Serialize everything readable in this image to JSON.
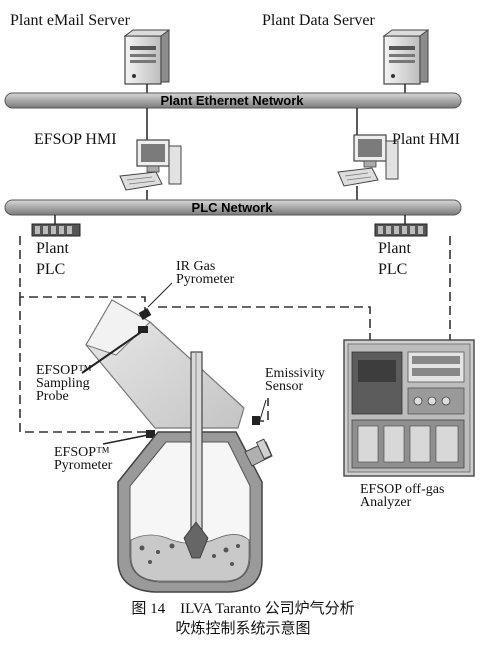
{
  "labels": {
    "email_server": "Plant eMail Server",
    "data_server": "Plant Data Server",
    "ethernet_network": "Plant Ethernet Network",
    "efsop_hmi": "EFSOP HMI",
    "plant_hmi": "Plant HMI",
    "plc_network": "PLC Network",
    "plant_plc_left_1": "Plant",
    "plant_plc_left_2": "PLC",
    "plant_plc_right_1": "Plant",
    "plant_plc_right_2": "PLC",
    "ir_gas_pyrometer_1": "IR Gas",
    "ir_gas_pyrometer_2": "Pyrometer",
    "sampling_probe_1": "EFSOP™",
    "sampling_probe_2": "Sampling",
    "sampling_probe_3": "Probe",
    "emissivity_sensor_1": "Emissivity",
    "emissivity_sensor_2": "Sensor",
    "efsop_pyrometer_1": "EFSOP™",
    "efsop_pyrometer_2": "Pyrometer",
    "analyzer_1": "EFSOP off-gas",
    "analyzer_2": "Analyzer"
  },
  "caption": {
    "line1": "图 14　ILVA Taranto 公司炉气分析",
    "line2": "吹炼控制系统示意图"
  },
  "colors": {
    "network_bar": "#b8b8b8",
    "dashed_line": "#333333",
    "vessel_shell": "#9a9a9a",
    "hood": "#d6d6d6"
  }
}
